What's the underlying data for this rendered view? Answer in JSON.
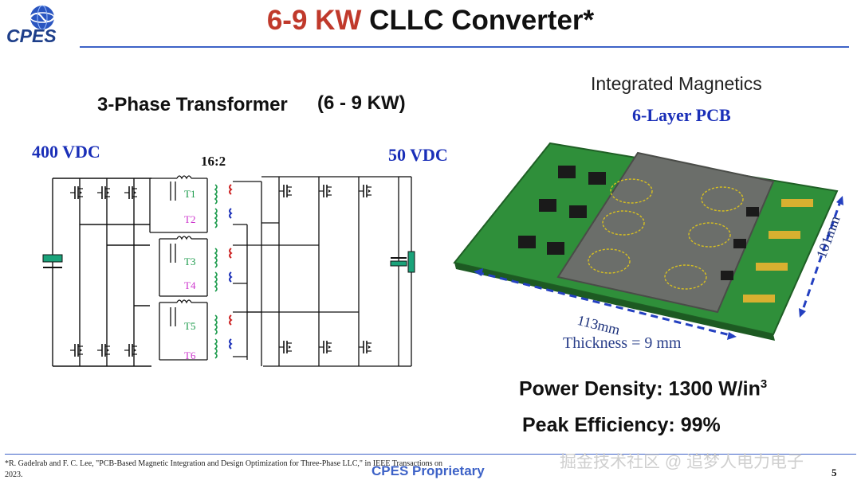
{
  "header": {
    "logo_text": "CPES",
    "title_highlight": "6-9 KW",
    "title_rest": " CLLC Converter*"
  },
  "left_panel": {
    "subtitle": "3-Phase Transformer",
    "subtitle_rating": "(6 - 9 KW)",
    "input_voltage": "400 VDC",
    "output_voltage": "50 VDC",
    "turns_ratio": "16:2",
    "transformer_labels": [
      "T1",
      "T2",
      "T3",
      "T4",
      "T5",
      "T6"
    ],
    "colors": {
      "primary_winding": "#1a9a4a",
      "secondary_winding": "#cc2222",
      "label_pink": "#cc33cc",
      "label_green": "#1a9a4a",
      "capacitor": "#1aa37a"
    }
  },
  "right_panel": {
    "heading": "Integrated Magnetics",
    "pcb_label": "6-Layer PCB",
    "dim_length": "113mm",
    "dim_width": "101mm",
    "thickness": "Thickness = 9 mm",
    "power_density_label": "Power Density: 1300 W/in",
    "power_density_exp": "3",
    "peak_efficiency": "Peak Efficiency: 99%"
  },
  "footer": {
    "footnote": "*R. Gadelrab and F. C. Lee, \"PCB-Based Magnetic Integration and Design Optimization for Three-Phase LLC,\" in IEEE Transactions on",
    "footnote_year": "2023.",
    "proprietary": "CPES Proprietary",
    "watermark": "掘金技术社区 @ 追梦人电力电子",
    "page_number": "5"
  }
}
